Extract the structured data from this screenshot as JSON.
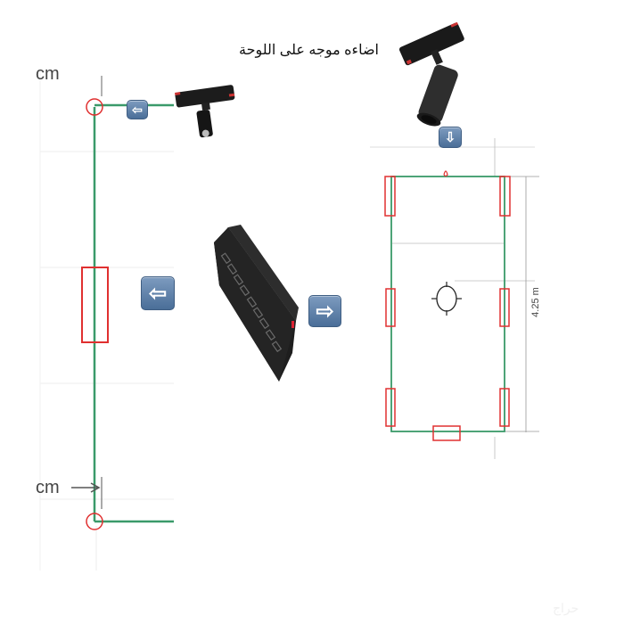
{
  "title": "اضاءه موجه على اللوحة",
  "left_plan": {
    "top_label": "cm",
    "bottom_label": "cm",
    "line_color": "#3a9a6a",
    "marker_color": "#e03030"
  },
  "right_plan": {
    "height_dimension": "4.25 m",
    "line_color": "#3a9a6a",
    "fixture_color": "#e03030"
  },
  "icons": {
    "left_arrow_small": "arrow-left-icon",
    "left_arrow_large": "arrow-left-icon",
    "right_arrow": "arrow-right-icon",
    "down_arrow": "arrow-down-icon"
  },
  "watermark": "حراج"
}
